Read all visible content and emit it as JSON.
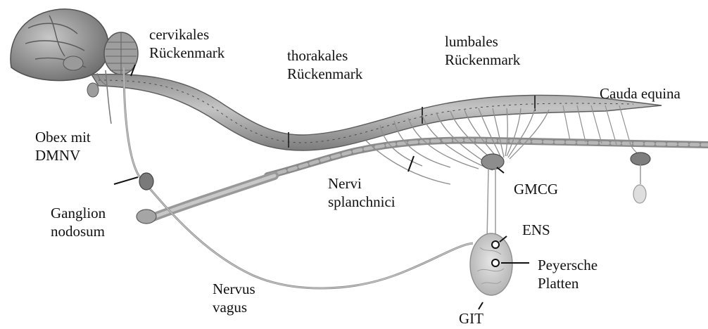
{
  "labels": {
    "cervical": [
      "cervikales",
      "Rückenmark"
    ],
    "thoracic": [
      "thorakales",
      "Rückenmark"
    ],
    "lumbar": [
      "lumbales",
      "Rückenmark"
    ],
    "cauda": "Cauda equina",
    "obex": [
      "Obex mit",
      "DMNV"
    ],
    "ganglion": [
      "Ganglion",
      "nodosum"
    ],
    "splanchnic": [
      "Nervi",
      "splanchnici"
    ],
    "gmcg": "GMCG",
    "ens": "ENS",
    "peyer": [
      "Peyersche",
      "Platten"
    ],
    "vagus": [
      "Nervus",
      "vagus"
    ],
    "git": "GIT"
  },
  "colors": {
    "nerve_tissue": "#a9a9a9",
    "nerve_outline": "#6e6e6e",
    "ganglion": "#8d8d8d",
    "text": "#111111"
  }
}
